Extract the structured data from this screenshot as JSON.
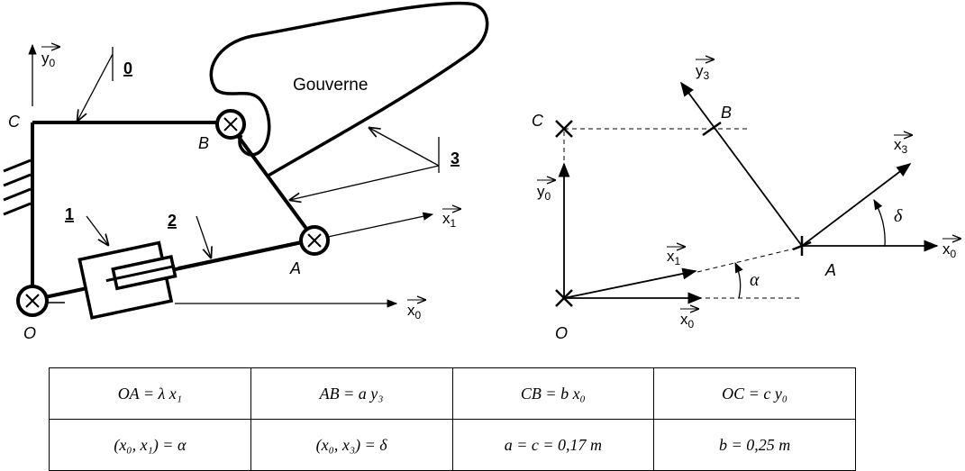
{
  "left_diagram": {
    "body_labels": [
      "0",
      "1",
      "2",
      "3"
    ],
    "point_labels": {
      "C": "C",
      "B": "B",
      "A": "A",
      "O": "O"
    },
    "gouverne_label": "Gouverne",
    "axes": {
      "y0": {
        "base": "y",
        "sub": "0"
      },
      "x1": {
        "base": "x",
        "sub": "1"
      },
      "x0": {
        "base": "x",
        "sub": "0"
      }
    }
  },
  "right_diagram": {
    "point_labels": {
      "C": "C",
      "B": "B",
      "A": "A",
      "O": "O"
    },
    "axes": {
      "y3": {
        "base": "y",
        "sub": "3"
      },
      "x3": {
        "base": "x",
        "sub": "3"
      },
      "y0": {
        "base": "y",
        "sub": "0"
      },
      "x1": {
        "base": "x",
        "sub": "1"
      },
      "x0_O": {
        "base": "x",
        "sub": "0"
      },
      "x0_A": {
        "base": "x",
        "sub": "0"
      }
    },
    "angles": {
      "alpha": "α",
      "delta": "δ"
    }
  },
  "table": {
    "rows": [
      [
        "OA = λ x₁",
        "AB = a y₃",
        "CB = b x₀",
        "OC = c y₀"
      ],
      [
        "(x₀, x₁) = α",
        "(x₀, x₃) = δ",
        "a = c = 0,17 m",
        "b = 0,25 m"
      ]
    ]
  }
}
